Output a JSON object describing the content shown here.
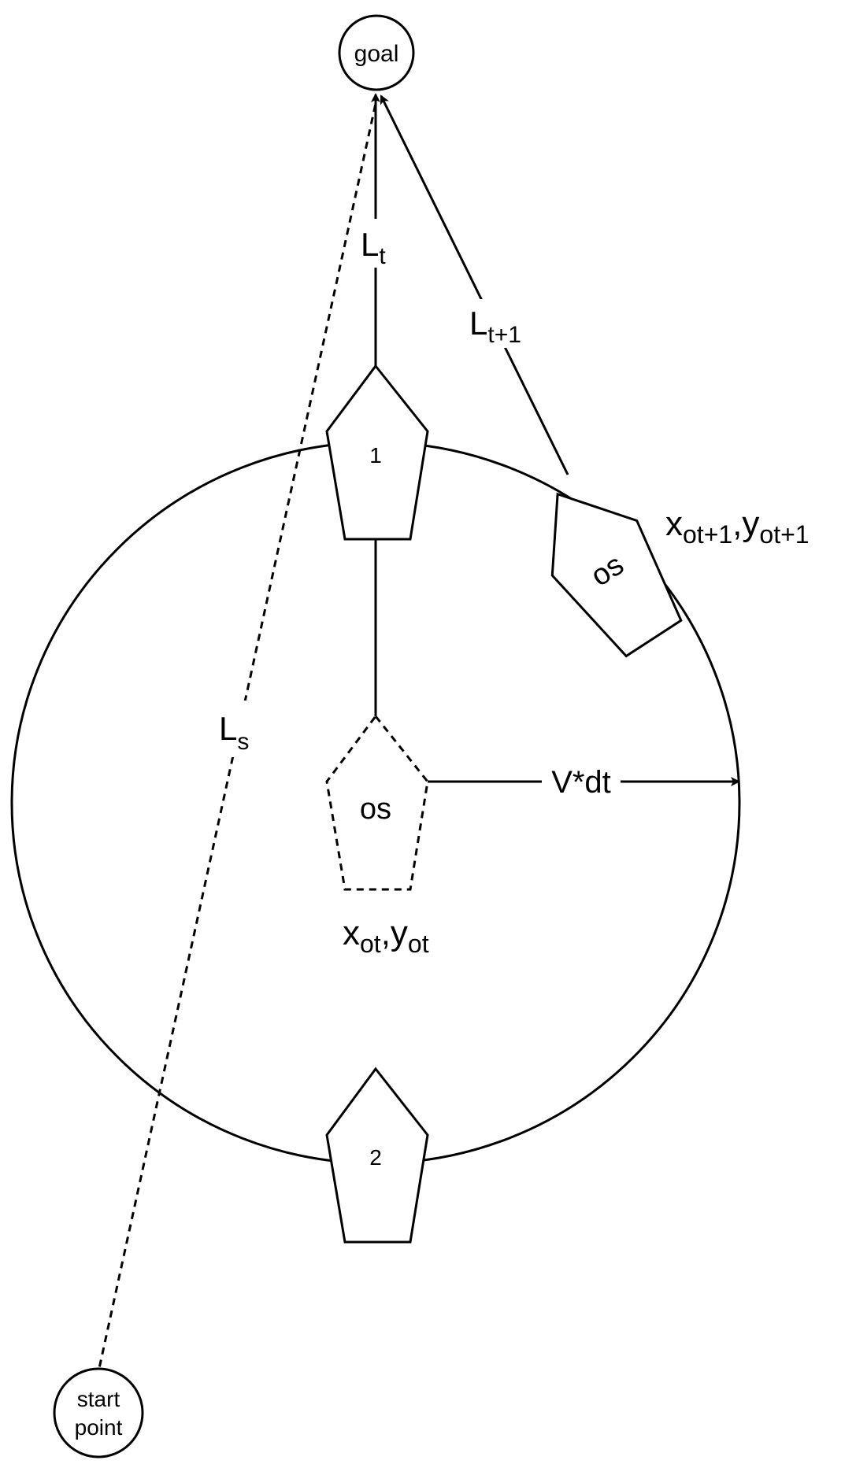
{
  "nodes": {
    "goal": "goal",
    "start_line1": "start",
    "start_line2": "point",
    "obstacle_1": "1",
    "obstacle_2": "2",
    "obstacle_current": "os",
    "obstacle_next": "os"
  },
  "labels": {
    "lt": {
      "base": "L",
      "sub": "t"
    },
    "lt1": {
      "base": "L",
      "sub": "t+1"
    },
    "ls": {
      "base": "L",
      "sub": "s"
    },
    "vdt": "V*dt",
    "pos_current": {
      "x": "x",
      "x_sub": "ot",
      "sep": ",",
      "y": "y",
      "y_sub": "ot"
    },
    "pos_next": {
      "x": "x",
      "x_sub": "ot+1",
      "sep": ",",
      "y": "y",
      "y_sub": "ot+1"
    }
  }
}
